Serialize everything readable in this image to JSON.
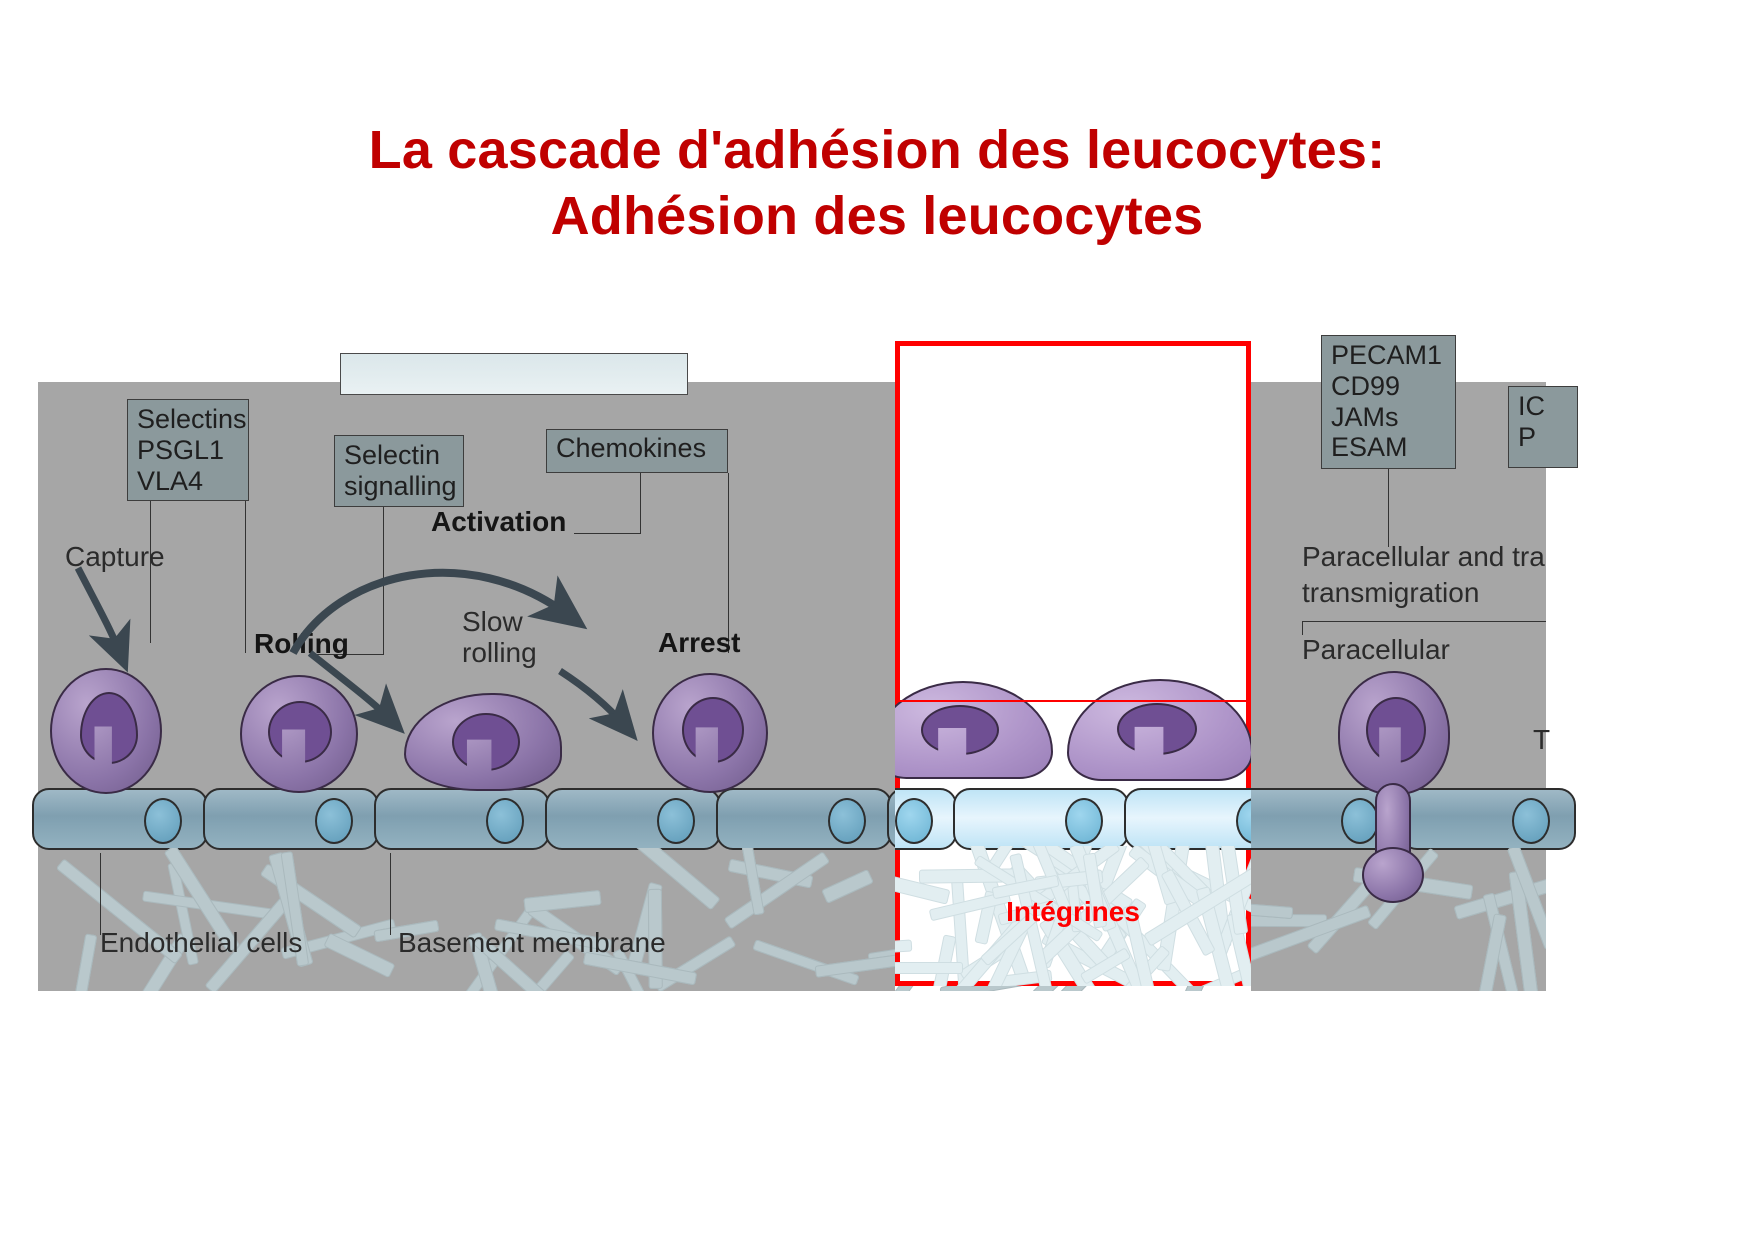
{
  "title": {
    "line1": "La cascade d'adhésion des leucocytes:",
    "line2": "Adhésion des leucocytes",
    "color": "#C00000"
  },
  "figure": {
    "background_color": "#a6a6a6",
    "callouts": [
      {
        "id": "selectins-box",
        "lines": [
          "Selectins",
          "PSGL1",
          "VLA4"
        ]
      },
      {
        "id": "selectin-signalling-box",
        "lines": [
          "Selectin",
          "signalling"
        ]
      },
      {
        "id": "chemokines-box",
        "lines": [
          "Chemokines"
        ]
      },
      {
        "id": "pecam-box",
        "lines": [
          "PECAM1",
          "CD99",
          "JAMs",
          "ESAM"
        ]
      },
      {
        "id": "icam-box",
        "lines": [
          "IC",
          "P"
        ]
      }
    ],
    "stage_labels": [
      {
        "id": "capture",
        "text": "Capture",
        "bold": false
      },
      {
        "id": "rolling",
        "text": "Rolling",
        "bold": true
      },
      {
        "id": "activation",
        "text": "Activation",
        "bold": true
      },
      {
        "id": "slow-rolling",
        "text": "Slow\nrolling",
        "bold": false
      },
      {
        "id": "arrest",
        "text": "Arrest",
        "bold": true
      },
      {
        "id": "paracellular-and-transcellular",
        "text": "Paracellular and tra",
        "bold": false
      },
      {
        "id": "transmigration",
        "text": "transmigration",
        "bold": false
      },
      {
        "id": "paracellular",
        "text": "Paracellular",
        "bold": false
      },
      {
        "id": "transcellular-cut",
        "text": "T",
        "bold": false
      }
    ],
    "structure_labels": [
      {
        "id": "endothelial-cells",
        "text": "Endothelial cells"
      },
      {
        "id": "basement-membrane",
        "text": "Basement membrane"
      }
    ]
  },
  "highlight": {
    "label": "Intégrines",
    "border_color": "#FF0000",
    "fill_color": "#FFFFFF"
  }
}
